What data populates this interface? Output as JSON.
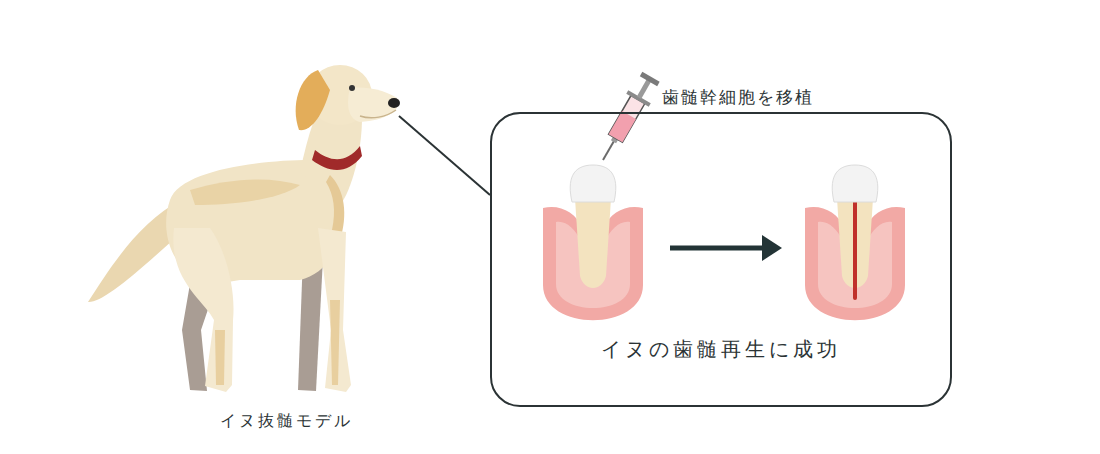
{
  "diagram": {
    "nodes": [
      {
        "text": [
          "イヌの歯髄再生に成功"
        ]
      }
    ],
    "labels": [
      "歯髄幹細胞を移植",
      "イヌ抜髄モデル"
    ]
  }
}
